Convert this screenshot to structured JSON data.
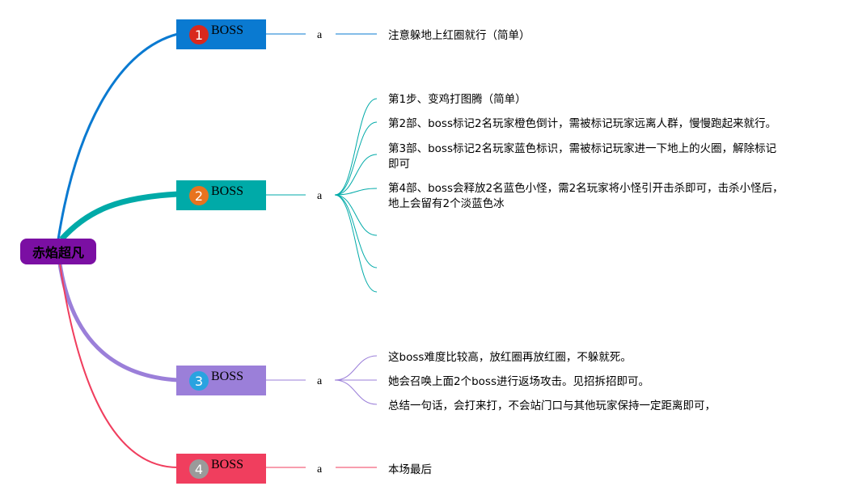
{
  "root": {
    "label": "赤焰超凡",
    "color": "#7b0fa3"
  },
  "branches": [
    {
      "number": "1",
      "title": "BOSS",
      "color": "#0a7ad1",
      "badge_color": "#d9281e",
      "sub_label": "a",
      "items": [
        "注意躲地上红圈就行（简单）"
      ]
    },
    {
      "number": "2",
      "title": "BOSS",
      "color": "#00aaa8",
      "badge_color": "#e8731f",
      "sub_label": "a",
      "items": [
        "第1步、变鸡打图腾（简单）",
        "第2部、boss标记2名玩家橙色倒计，需被标记玩家远离人群，慢慢跑起来就行。",
        "第3部、boss标记2名玩家蓝色标识，需被标记玩家进一下地上的火圈，解除标记",
        "即可",
        "第4部、boss会释放2名蓝色小怪，需2名玩家将小怪引开击杀即可，击杀小怪后，",
        "地上会留有2个淡蓝色冰"
      ]
    },
    {
      "number": "3",
      "title": "BOSS",
      "color": "#9b7fd9",
      "badge_color": "#2aa3e0",
      "sub_label": "a",
      "items": [
        "这boss难度比较高，放红圈再放红圈，不躲就死。",
        "她会召唤上面2个boss进行返场攻击。见招拆招即可。",
        "总结一句话，会打来打，不会站门口与其他玩家保持一定距离即可，"
      ]
    },
    {
      "number": "4",
      "title": "BOSS",
      "color": "#f03e5e",
      "badge_color": "#9a9a9a",
      "sub_label": "a",
      "items": [
        "本场最后"
      ]
    }
  ]
}
